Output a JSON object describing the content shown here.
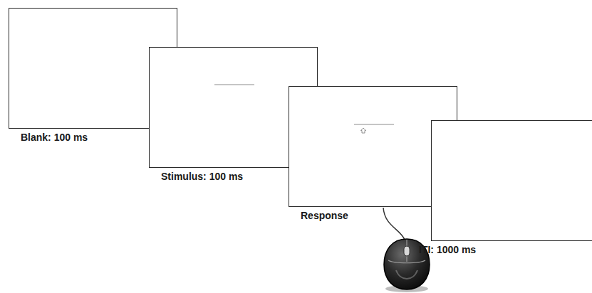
{
  "diagram": {
    "nodes": [
      {
        "text": [
          "Blank: 100 ms"
        ]
      },
      {
        "text": [
          "Stimulus: 100 ms"
        ]
      },
      {
        "text": [
          "Response"
        ]
      },
      {
        "text": [
          "ITI: 1000 ms"
        ]
      }
    ]
  }
}
